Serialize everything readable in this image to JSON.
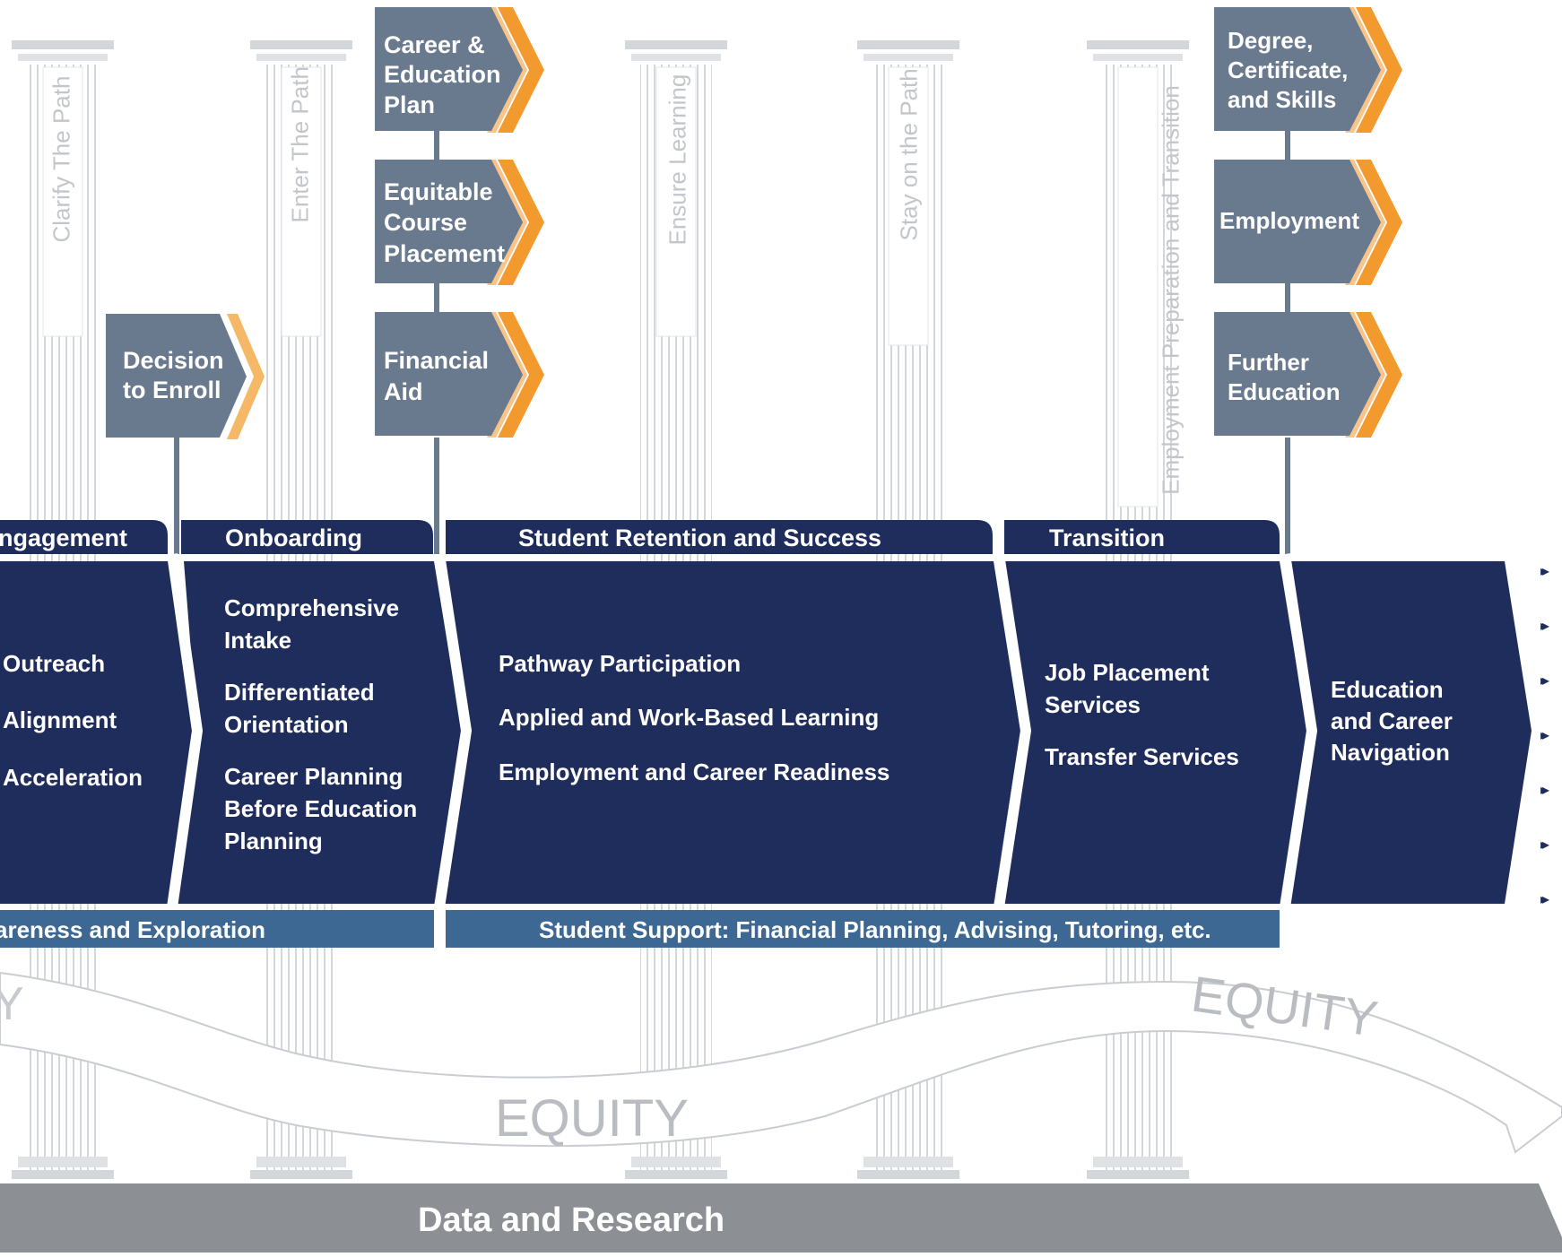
{
  "pillars": [
    {
      "label": "Clarify The Path"
    },
    {
      "label": "Enter The Path"
    },
    {
      "label": "Ensure Learning"
    },
    {
      "label": "Stay on the Path"
    },
    {
      "label": "Employment Preparation and Transition"
    }
  ],
  "milestones": [
    {
      "lines": [
        "Decision",
        "to Enroll"
      ]
    },
    {
      "lines": [
        "Career &",
        "Education",
        "Plan"
      ]
    },
    {
      "lines": [
        "Equitable",
        "Course",
        "Placement"
      ]
    },
    {
      "lines": [
        "Financial",
        "Aid"
      ]
    },
    {
      "lines": [
        "Degree,",
        "Certificate,",
        "and Skills"
      ]
    },
    {
      "lines": [
        "Employment"
      ]
    },
    {
      "lines": [
        "Further",
        "Education"
      ]
    }
  ],
  "phases": [
    {
      "label": "ngagement"
    },
    {
      "label": "Onboarding"
    },
    {
      "label": "Student Retention and Success"
    },
    {
      "label": "Transition"
    }
  ],
  "sections": [
    {
      "items": [
        "Outreach",
        "Alignment",
        "Acceleration"
      ]
    },
    {
      "items": [
        "Comprehensive Intake",
        "Differentiated Orientation",
        "Career Planning Before Education Planning"
      ]
    },
    {
      "items": [
        "Pathway Participation",
        "Applied and Work-Based Learning",
        "Employment and Career Readiness"
      ]
    },
    {
      "items": [
        "Job Placement Services",
        "Transfer Services"
      ]
    },
    {
      "items": [
        "Education and Career Navigation"
      ]
    }
  ],
  "support_bars": [
    {
      "label": "areness and Exploration"
    },
    {
      "label": "Student Support: Financial Planning, Advising, Tutoring, etc."
    }
  ],
  "equity_labels": [
    "Y",
    "EQUITY",
    "EQUITY"
  ],
  "foundation": {
    "label": "Data and Research"
  },
  "bullet_glyph": "▸▸",
  "colors": {
    "navy": "#1f2d5c",
    "slate": "#6a7a8e",
    "steel_blue": "#3e6894",
    "orange": "#f39a2e",
    "pillar_gray": "#d6d8db",
    "foundation_gray": "#8c8f93"
  }
}
